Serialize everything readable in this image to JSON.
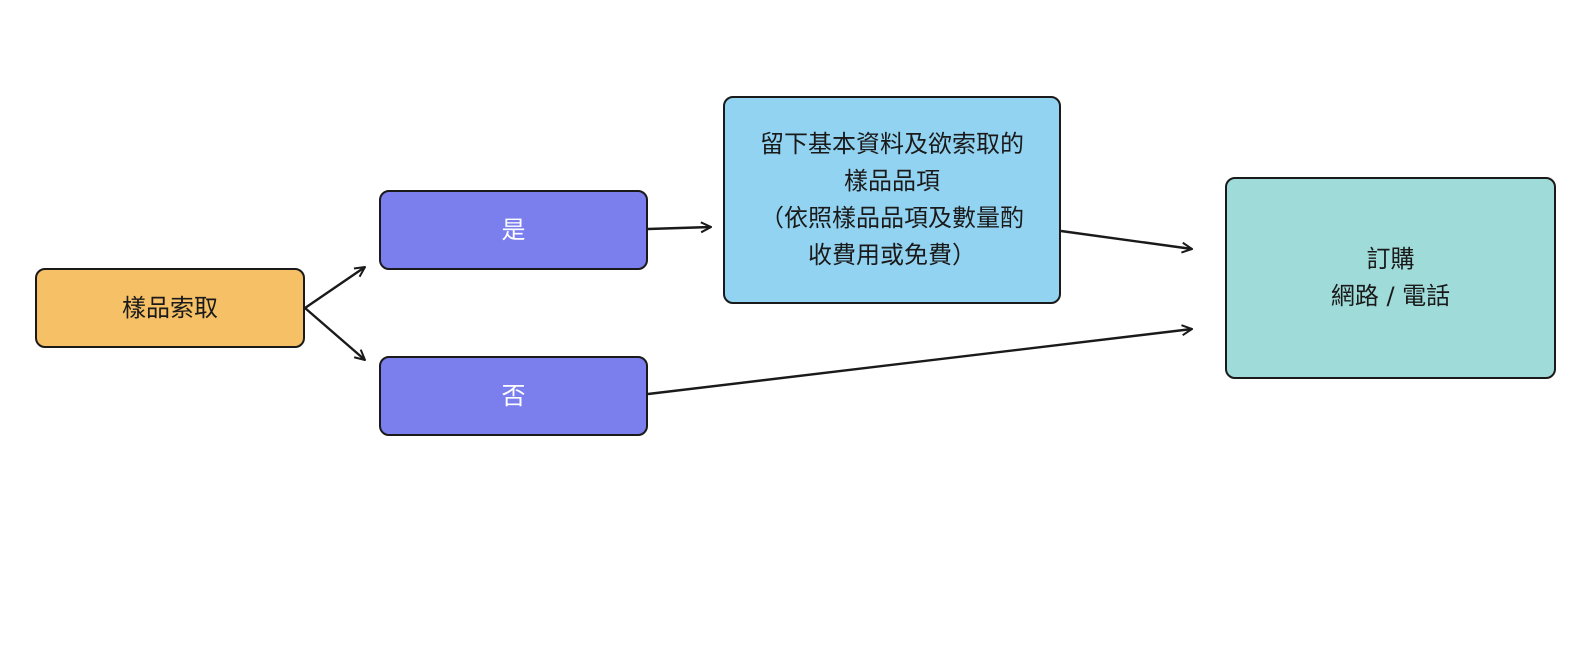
{
  "nodes": {
    "start": {
      "label": "樣品索取"
    },
    "yes": {
      "label": "是"
    },
    "no": {
      "label": "否"
    },
    "info": {
      "lines": [
        "留下基本資料及欲索取的",
        "樣品品項",
        "（依照樣品品項及數量酌",
        "收費用或免費）"
      ]
    },
    "order": {
      "lines": [
        "訂購",
        "網路 / 電話"
      ]
    }
  },
  "colors": {
    "start": "#f5c066",
    "decision": "#7b7fee",
    "info": "#92d3f1",
    "order": "#9fdbd9",
    "stroke": "#1a1a1a"
  },
  "edges": [
    {
      "from": "start",
      "to": "yes"
    },
    {
      "from": "start",
      "to": "no"
    },
    {
      "from": "yes",
      "to": "info"
    },
    {
      "from": "info",
      "to": "order"
    },
    {
      "from": "no",
      "to": "order"
    }
  ]
}
